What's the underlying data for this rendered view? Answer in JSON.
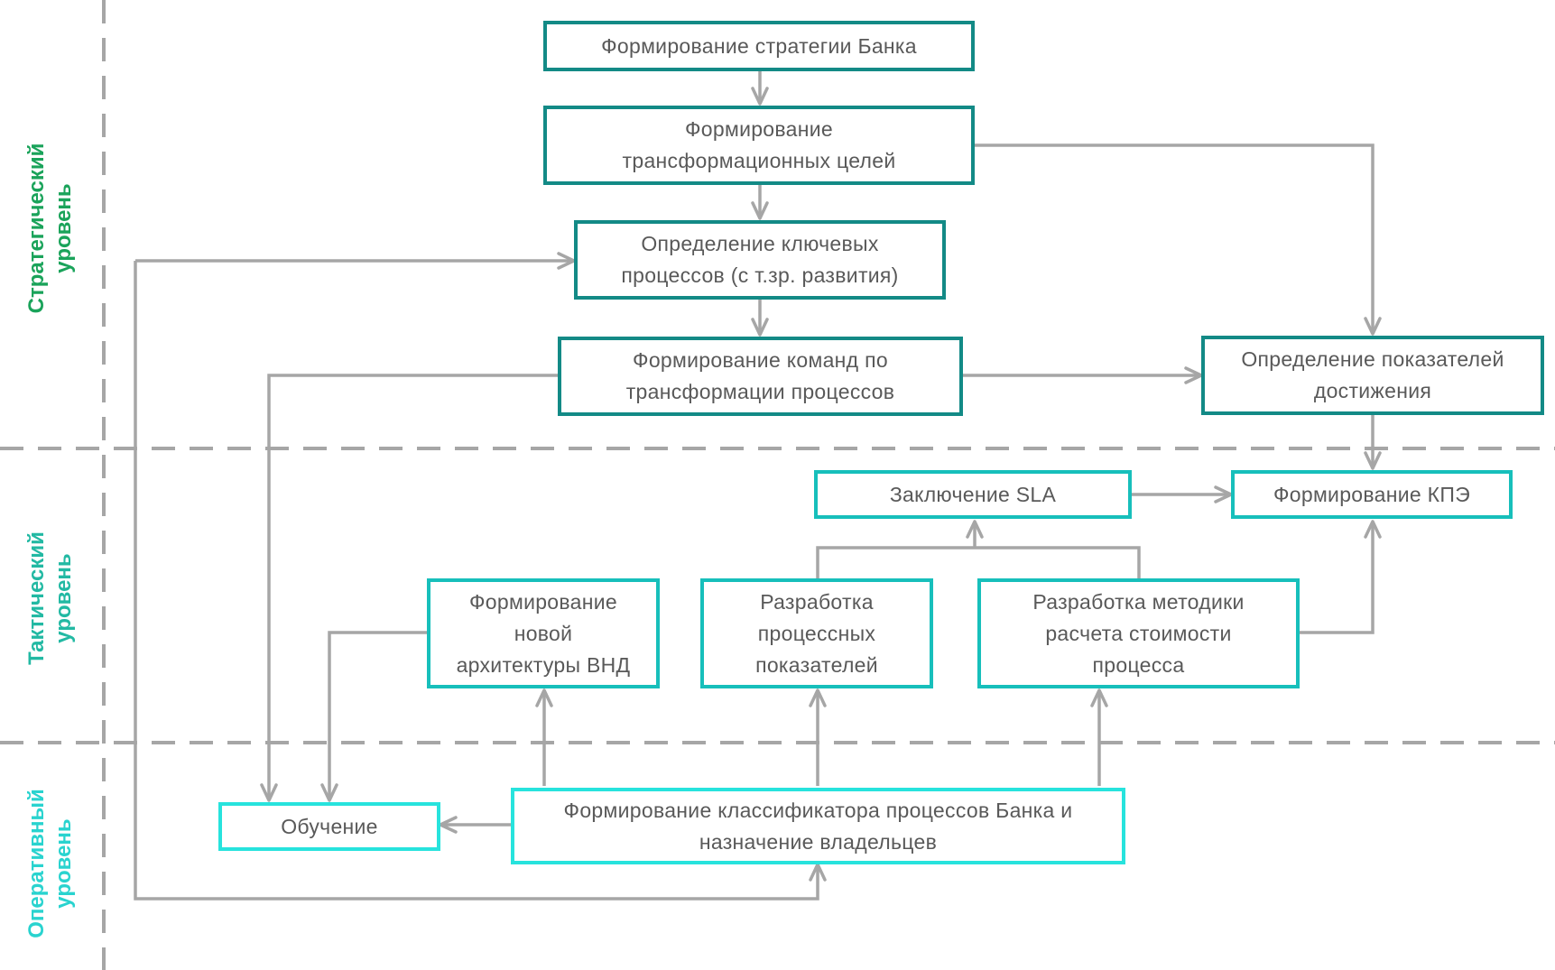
{
  "colors": {
    "strategic_border": "#138a86",
    "tactical_border": "#17bfbb",
    "operative_border": "#27e3dd",
    "arrow": "#a6a6a6",
    "divider": "#a6a6a6",
    "text": "#595959"
  },
  "levels": {
    "strategic": [
      "Стратегический",
      "уровень"
    ],
    "tactical": [
      "Тактический",
      "уровень"
    ],
    "operative": [
      "Оперативный",
      "уровень"
    ]
  },
  "nodes": {
    "bank_strategy": [
      "Формирование стратегии Банка"
    ],
    "transformation_goals": [
      "Формирование",
      "трансформационных целей"
    ],
    "key_processes": [
      "Определение ключевых",
      "процессов (с т.зр. развития)"
    ],
    "transformation_teams": [
      "Формирование команд по",
      "трансформации процессов"
    ],
    "achievement_indicators": [
      "Определение показателей",
      "достижения"
    ],
    "sla": [
      "Заключение SLA"
    ],
    "kpe": [
      "Формирование КПЭ"
    ],
    "vnd_architecture": [
      "Формирование",
      "новой",
      "архитектуры ВНД"
    ],
    "process_indicators": [
      "Разработка",
      "процессных",
      "показателей"
    ],
    "cost_methodology": [
      "Разработка методики",
      "расчета стоимости",
      "процесса"
    ],
    "training": [
      "Обучение"
    ],
    "process_classifier": [
      "Формирование классификатора процессов Банка и",
      "назначение владельцев"
    ]
  }
}
